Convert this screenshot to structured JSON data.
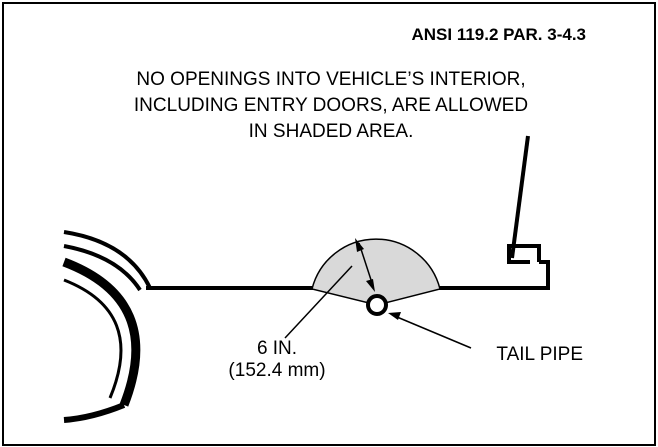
{
  "diagram": {
    "reference": "ANSI 119.2 PAR. 3-4.3",
    "notice_lines": [
      "NO OPENINGS INTO VEHICLE’S INTERIOR,",
      "INCLUDING ENTRY DOORS, ARE ALLOWED",
      "IN SHADED AREA."
    ],
    "dimension_lines": [
      "6 IN.",
      "(152.4 mm)"
    ],
    "tail_pipe_label": "TAIL PIPE",
    "colors": {
      "shaded_area": "#d9d9d9",
      "ink": "#000000",
      "background": "#ffffff"
    }
  }
}
